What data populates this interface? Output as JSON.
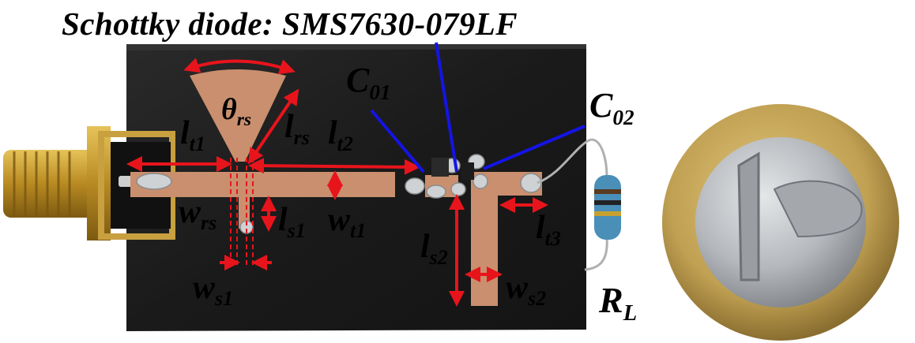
{
  "title": "Schottky diode: SMS7630-079LF",
  "labels": {
    "theta_rs": {
      "main": "θ",
      "sub": "rs"
    },
    "l_rs": {
      "main": "l",
      "sub": "rs"
    },
    "l_t1": {
      "main": "l",
      "sub": "t1"
    },
    "l_t2": {
      "main": "l",
      "sub": "t2"
    },
    "l_t3": {
      "main": "l",
      "sub": "t3"
    },
    "w_rs": {
      "main": "w",
      "sub": "rs"
    },
    "w_t1": {
      "main": "w",
      "sub": "t1"
    },
    "w_s1": {
      "main": "w",
      "sub": "s1"
    },
    "w_s2": {
      "main": "w",
      "sub": "s2"
    },
    "l_s1": {
      "main": "l",
      "sub": "s1"
    },
    "l_s2": {
      "main": "l",
      "sub": "s2"
    },
    "C_01": {
      "main": "C",
      "sub": "01"
    },
    "C_02": {
      "main": "C",
      "sub": "02"
    },
    "R_L": {
      "main": "R",
      "sub": "L"
    }
  },
  "colors": {
    "annotation_red": "#e8141c",
    "annotation_blue": "#1414e6",
    "substrate": "#1e1e1e",
    "copper": "#c98f6e",
    "gold": "#c9a23a",
    "coin_outer": "#c9a85c",
    "coin_inner": "#b8bcc0"
  }
}
